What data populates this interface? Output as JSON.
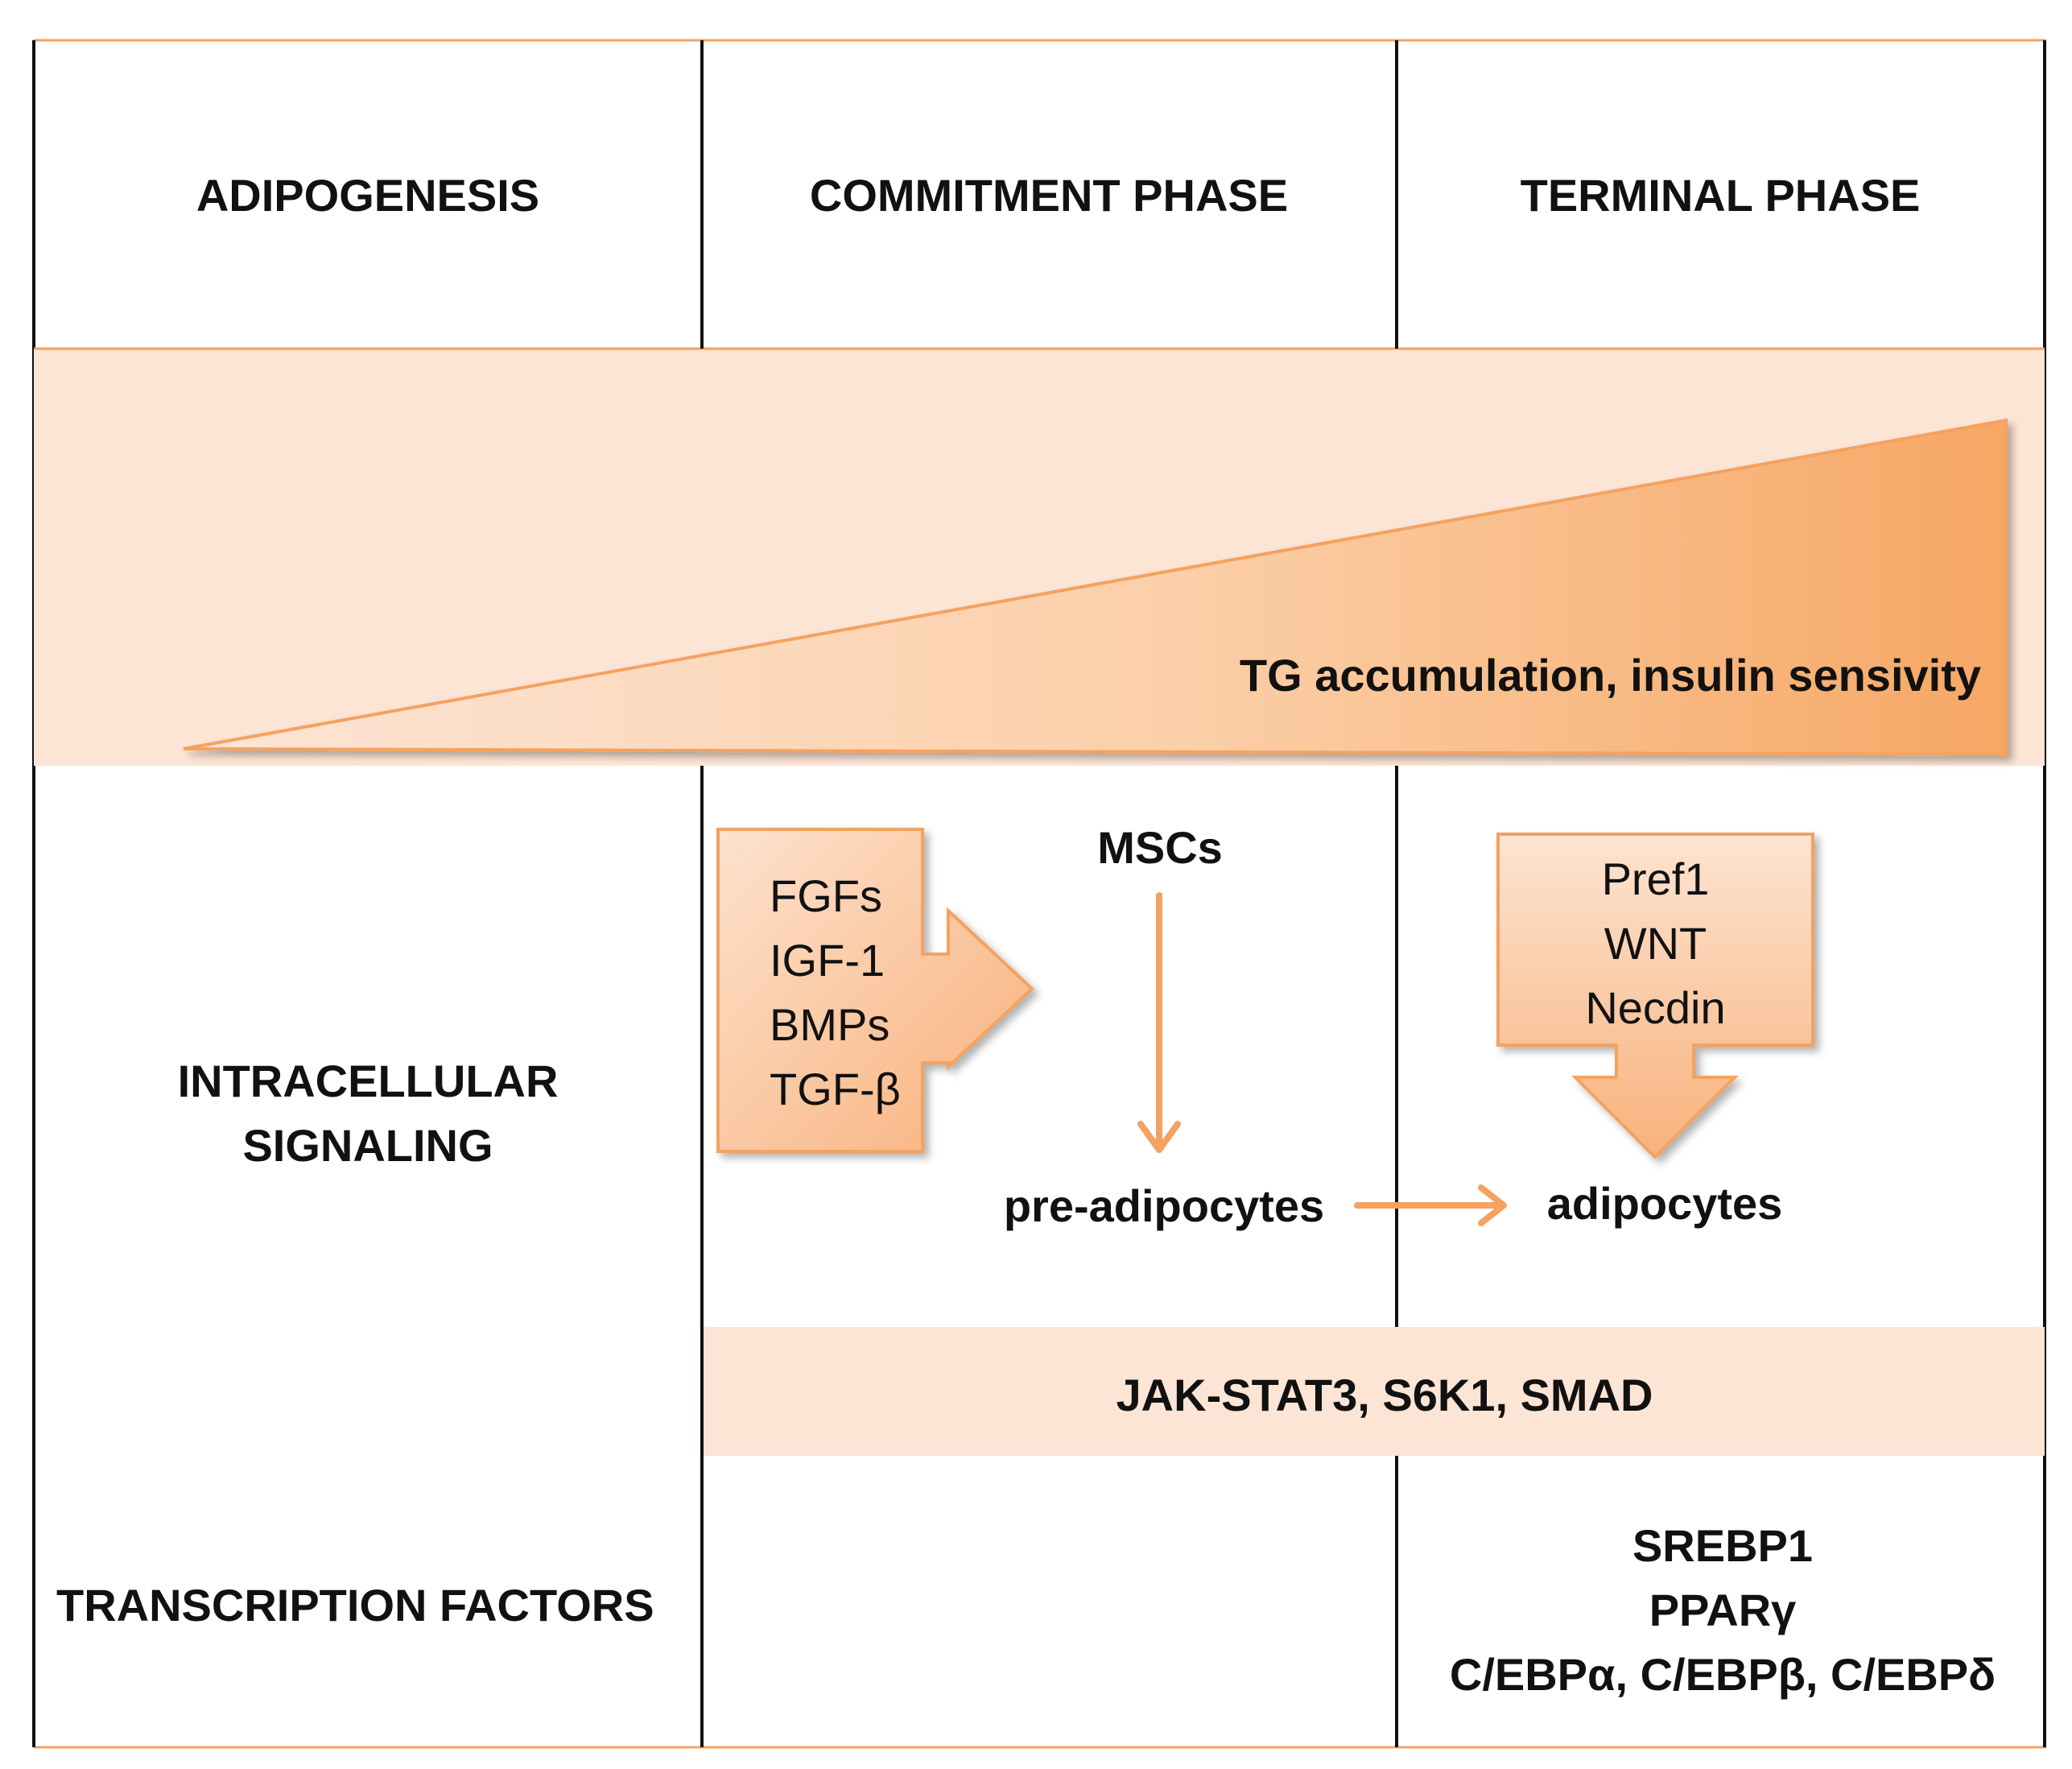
{
  "headers": {
    "adipogenesis": "ADIPOGENESIS",
    "commitment": "COMMITMENT PHASE",
    "terminal": "TERMINAL PHASE"
  },
  "wedge": {
    "label": "TG accumulation,  insulin sensivity"
  },
  "rows": {
    "intracellular_line1": "INTRACELLULAR",
    "intracellular_line2": "SIGNALING",
    "transcription": "TRANSCRIPTION FACTORS"
  },
  "commitment": {
    "inducers": [
      "FGFs",
      "IGF-1",
      "BMPs",
      "TGF-β"
    ],
    "source_cell": "MSCs",
    "target_cell": "pre-adipocytes"
  },
  "terminal": {
    "inhibitors": [
      "Pref1",
      "WNT",
      "Necdin"
    ],
    "final_cell": "adipocytes",
    "transcription_factors": [
      "SREBP1",
      "PPARγ",
      "C/EBPα, C/EBPβ, C/EBPδ"
    ]
  },
  "pathways": {
    "label": "JAK-STAT3, S6K1, SMAD"
  },
  "colors": {
    "orange": "#f5a25d",
    "light_band": "#fde5d6",
    "line": "#111111"
  }
}
